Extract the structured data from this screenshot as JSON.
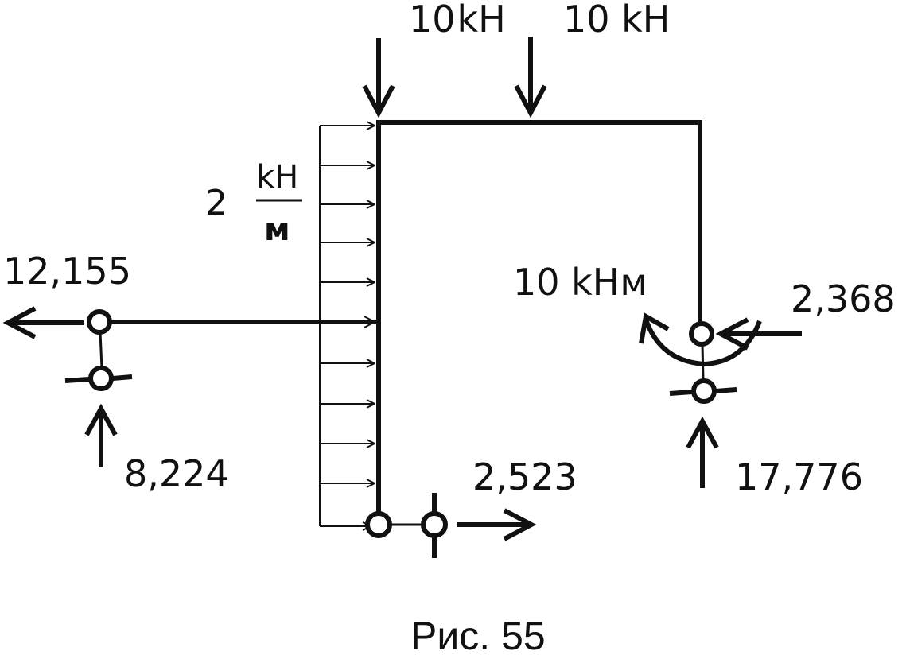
{
  "figure": {
    "caption": "Рис. 55",
    "colors": {
      "ink": "#111111",
      "background": "#ffffff"
    }
  },
  "loads": {
    "force_left": {
      "value": "10",
      "unit": "kH"
    },
    "force_right": "10 kH",
    "distributed": {
      "value": "2",
      "unit_top": "kH",
      "unit_bottom": "м"
    },
    "moment": "10 kHм"
  },
  "reactions": {
    "left_horizontal": "12,155",
    "left_vertical": "8,224",
    "bottom_horizontal": "2,523",
    "right_horizontal": "2,368",
    "right_vertical": "17,776"
  }
}
